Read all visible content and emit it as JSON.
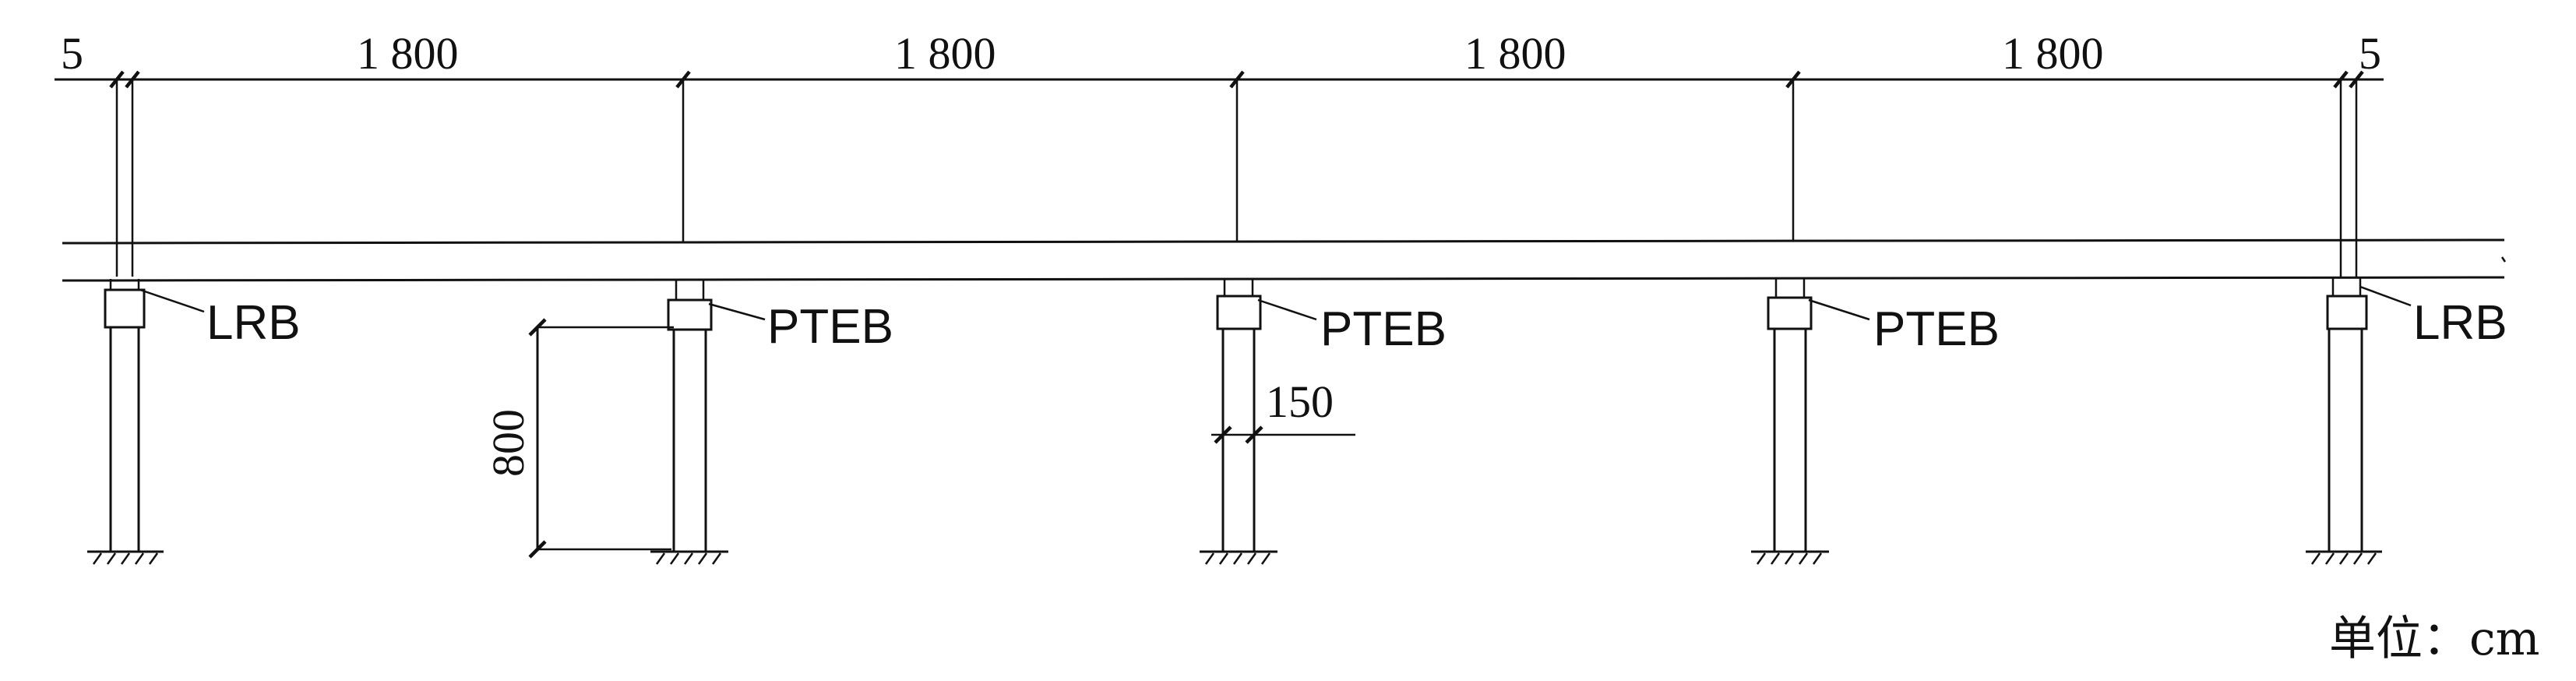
{
  "dimensions": {
    "left_gap": "5",
    "right_gap": "5",
    "spans": [
      "1 800",
      "1 800",
      "1 800",
      "1 800"
    ],
    "pier_height": "800",
    "pier_width": "150"
  },
  "bearings": [
    {
      "label": "LRB"
    },
    {
      "label": "PTEB"
    },
    {
      "label": "PTEB"
    },
    {
      "label": "PTEB"
    },
    {
      "label": "LRB"
    }
  ],
  "unit_label": "单位：cm"
}
